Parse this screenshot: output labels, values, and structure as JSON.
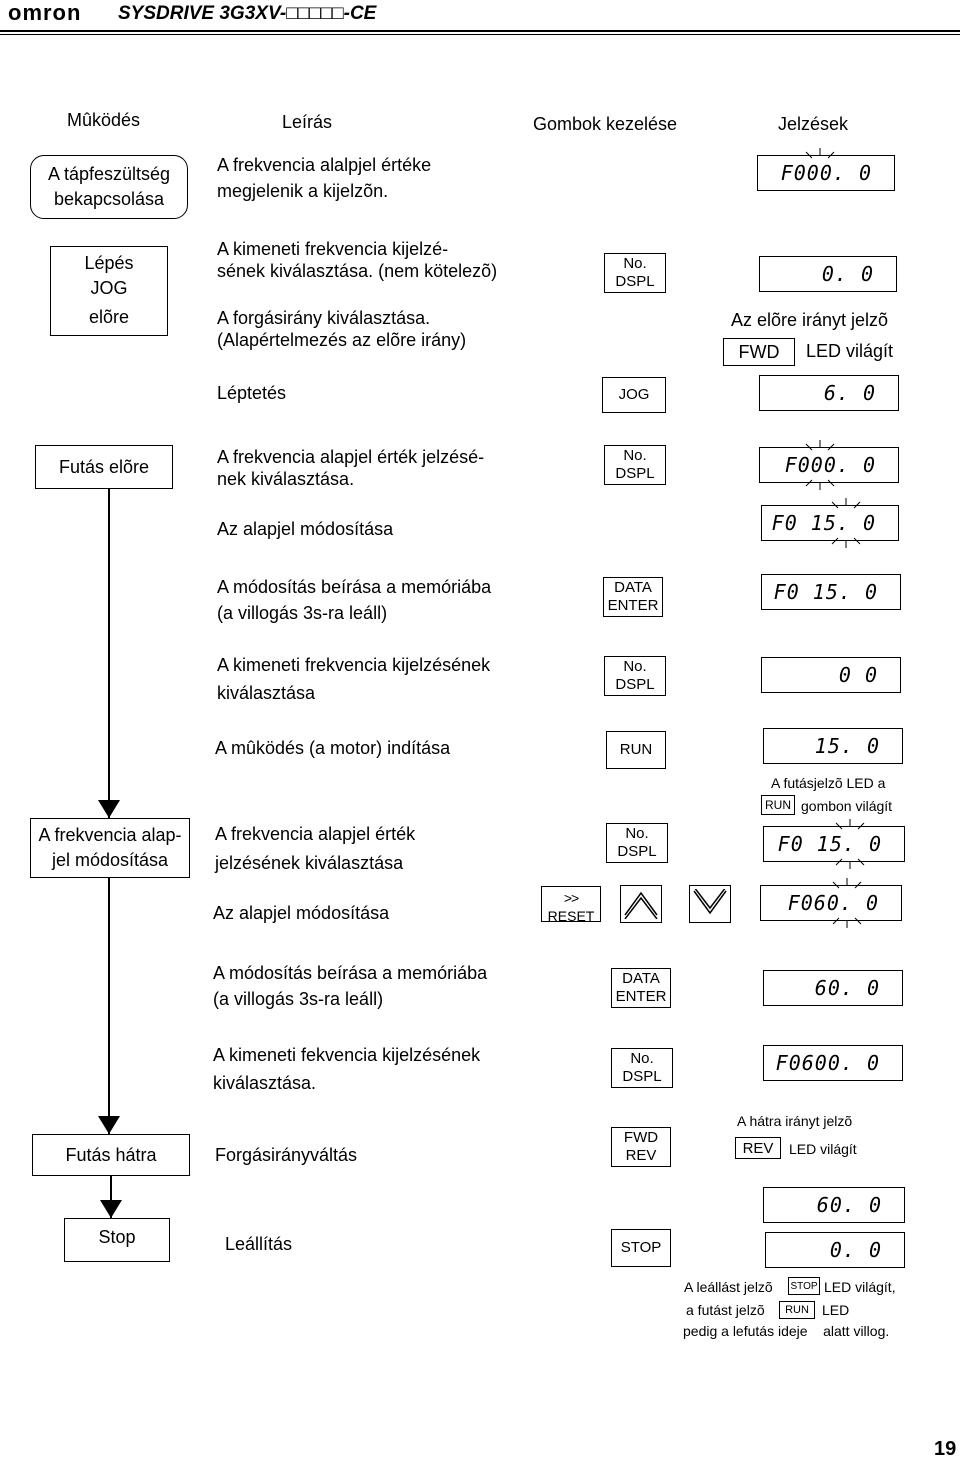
{
  "header": {
    "brand": "omron",
    "model": "SYSDRIVE 3G3XV-□□□□□-CE",
    "page_number": "19"
  },
  "columns": {
    "operation": "Mûködés",
    "description": "Leírás",
    "keys": "Gombok kezelése",
    "display": "Jelzések"
  },
  "operations": {
    "power_on": [
      "A tápfeszültség",
      "bekapcsolása"
    ],
    "jog_forward": [
      "Lépés",
      "JOG",
      "elõre"
    ],
    "run_forward": "Futás elõre",
    "freq_change": [
      "A frekvencia alap-",
      "jel  módosítása"
    ],
    "run_reverse": "Futás hátra",
    "stop": "Stop"
  },
  "descriptions": {
    "d1": [
      "A frekvencia alalpjel értéke",
      "megjelenik a kijelzõn."
    ],
    "d2": [
      "A kimeneti frekvencia kijelzé-",
      "sének kiválasztása. (nem kötelezõ)"
    ],
    "d3": [
      "A forgásirány kiválasztása.",
      "(Alapértelmezés az elõre irány)"
    ],
    "d4": "Léptetés",
    "d5": [
      "A frekvencia  alapjel érték jelzésé-",
      "nek kiválasztása."
    ],
    "d6": "Az alapjel   módosítása",
    "d7": [
      "A módosítás beírása a memóriába",
      "(a villogás 3s-ra leáll)"
    ],
    "d8": [
      "A kimeneti frekvencia kijelzésének",
      "kiválasztása"
    ],
    "d9": "A mûködés (a motor) indítása",
    "d10": [
      "A frekvencia alapjel érték",
      "jelzésének kiválasztása"
    ],
    "d11": "Az alapjel   módosítása",
    "d12": [
      "A módosítás beírása a memóriába",
      "(a villogás 3s-ra leáll)"
    ],
    "d13": [
      "A kimeneti fekvencia kijelzésének",
      "kiválasztása."
    ],
    "d14": "Forgásirányváltás",
    "d15": "Leállítás"
  },
  "keys": {
    "no_dspl": [
      "No.",
      "DSPL"
    ],
    "jog": "JOG",
    "data_enter": [
      "DATA",
      "ENTER"
    ],
    "run": "RUN",
    "shift": ">>",
    "reset": "RESET",
    "up": "up-arrow",
    "down": "down-arrow",
    "fwd_rev": [
      "FWD",
      "REV"
    ],
    "stop": "STOP"
  },
  "displays": {
    "p1": "F000. 0",
    "p2": "0. 0",
    "p3": "6. 0",
    "p4": "F000. 0",
    "p5": "F0 15. 0",
    "p6": "F0 15. 0",
    "p7": "0 0",
    "p8": "15. 0",
    "p9": "F0 15. 0",
    "p10": "F060. 0",
    "p11": "60. 0",
    "p12": "F0600. 0",
    "p13": "60. 0",
    "p14": "0. 0"
  },
  "notes": {
    "fwd_note": "Az elõre irányt jelzõ",
    "fwd_label": "FWD",
    "fwd_tail": "LED világít",
    "run_note": "A futásjelzõ LED a",
    "run_label": "RUN",
    "run_tail": "gombon világít",
    "rev_note": "A hátra irányt jelzõ",
    "rev_label": "REV",
    "rev_tail": "LED világít",
    "stop_line1_pre": "A leállást jelzõ",
    "stop_label": "STOP",
    "stop_line1_post": "LED világít,",
    "stop_line2_pre": "a futást jelzõ",
    "stop_line2_label": "RUN",
    "stop_line2_post": "LED",
    "stop_line3": "pedig a lefutás ideje    alatt villog."
  }
}
